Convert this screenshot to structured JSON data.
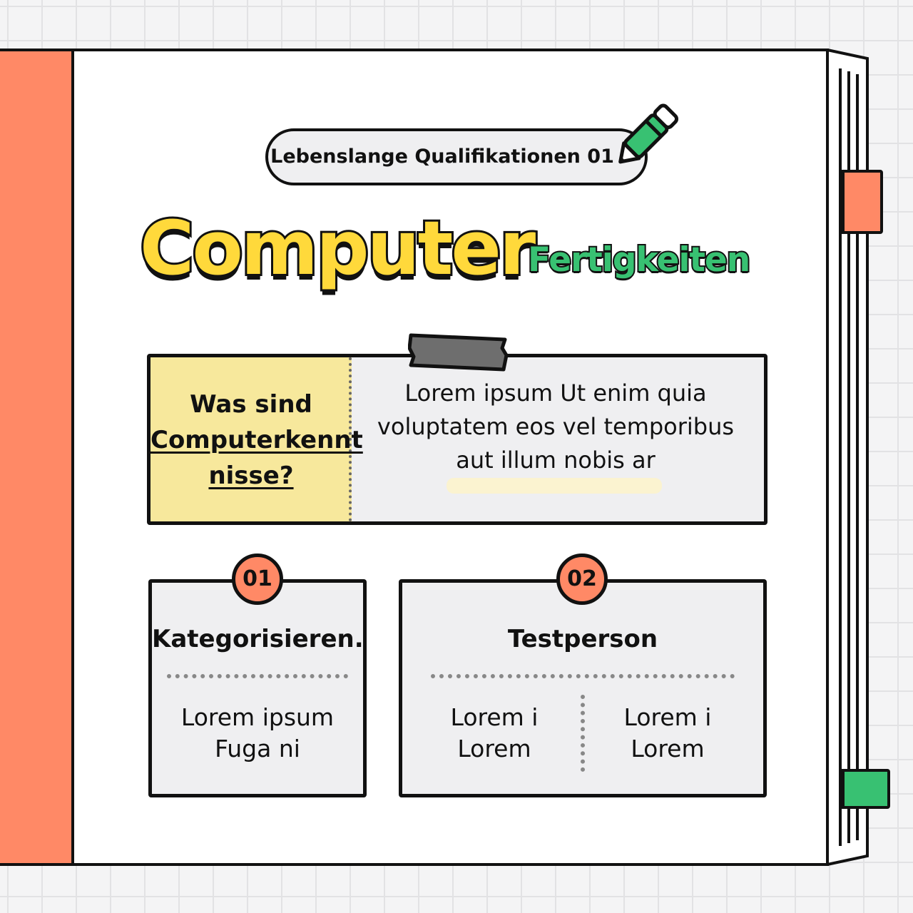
{
  "header": {
    "pill_label": "Lebenslange Qualifikationen 01",
    "title_main": "Computer",
    "title_sub": "Fertigkeiten"
  },
  "intro": {
    "question_line1": "Was sind",
    "question_line2": "Computerkennt",
    "question_line3": "nisse?",
    "text": "Lorem ipsum Ut enim quia voluptatem eos vel temporibus aut illum nobis ar"
  },
  "cards": [
    {
      "number": "01",
      "title": "Kategorisieren.",
      "body": [
        "Lorem ipsum",
        "Fuga ni"
      ]
    },
    {
      "number": "02",
      "title": "Testperson",
      "columns": [
        [
          "Lorem i",
          "Lorem"
        ],
        [
          "Lorem i",
          "Lorem"
        ]
      ]
    }
  ],
  "colors": {
    "spine": "#ff8966",
    "title_yellow": "#ffd93b",
    "accent_green": "#38c172",
    "note_yellow": "#f7e89c",
    "badge_orange": "#ff8966"
  }
}
